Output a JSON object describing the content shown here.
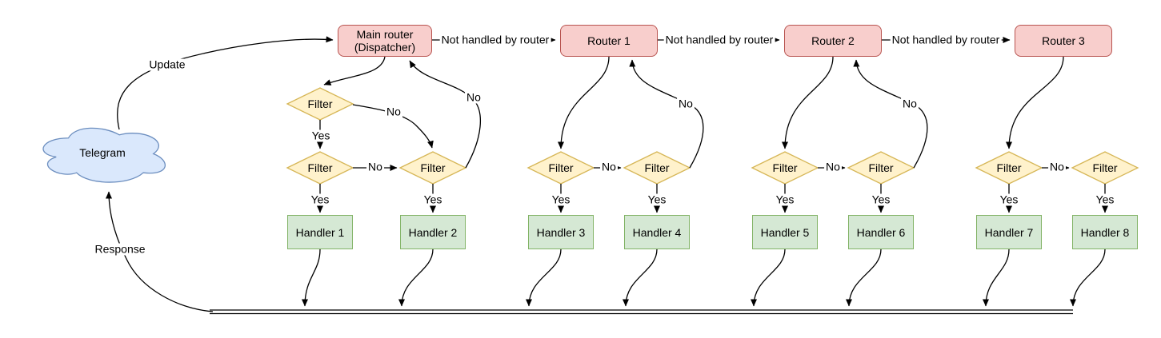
{
  "nodes": {
    "cloud_label": "Telegram",
    "dispatcher_label": "Main router (Dispatcher)",
    "router_labels": [
      "Router 1",
      "Router 2",
      "Router 3"
    ],
    "filter_label": "Filter",
    "handler_labels": [
      "Handler 1",
      "Handler 2",
      "Handler 3",
      "Handler 4",
      "Handler 5",
      "Handler 6",
      "Handler 7",
      "Handler 8"
    ]
  },
  "edge_labels": {
    "update": "Update",
    "response": "Response",
    "not_handled": "Not handled by router",
    "yes": "Yes",
    "no": "No"
  },
  "colors": {
    "router_fill": "#f8cecc",
    "router_stroke": "#b85450",
    "filter_fill": "#fff2cc",
    "filter_stroke": "#d6b656",
    "handler_fill": "#d5e8d4",
    "handler_stroke": "#82b366",
    "cloud_fill": "#dae8fc",
    "cloud_stroke": "#6c8ebf",
    "edge": "#000000"
  }
}
